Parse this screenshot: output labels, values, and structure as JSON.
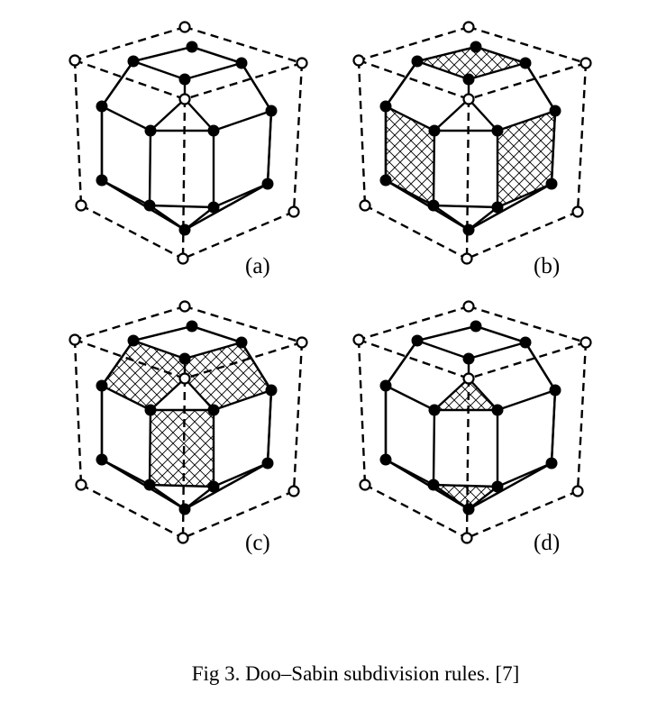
{
  "panels": [
    {
      "id": "a",
      "label": "(a)",
      "shaded": []
    },
    {
      "id": "b",
      "label": "(b)",
      "shaded": [
        "top",
        "left",
        "right"
      ]
    },
    {
      "id": "c",
      "label": "(c)",
      "shaded": [
        "upper-left",
        "upper-right",
        "front"
      ]
    },
    {
      "id": "d",
      "label": "(d)",
      "shaded": [
        "front-triangle",
        "bottom-triangle"
      ]
    }
  ],
  "caption": "Fig 3. Doo–Sabin subdivision rules. [7]",
  "colors": {
    "ink": "#000000",
    "paper": "#ffffff"
  }
}
